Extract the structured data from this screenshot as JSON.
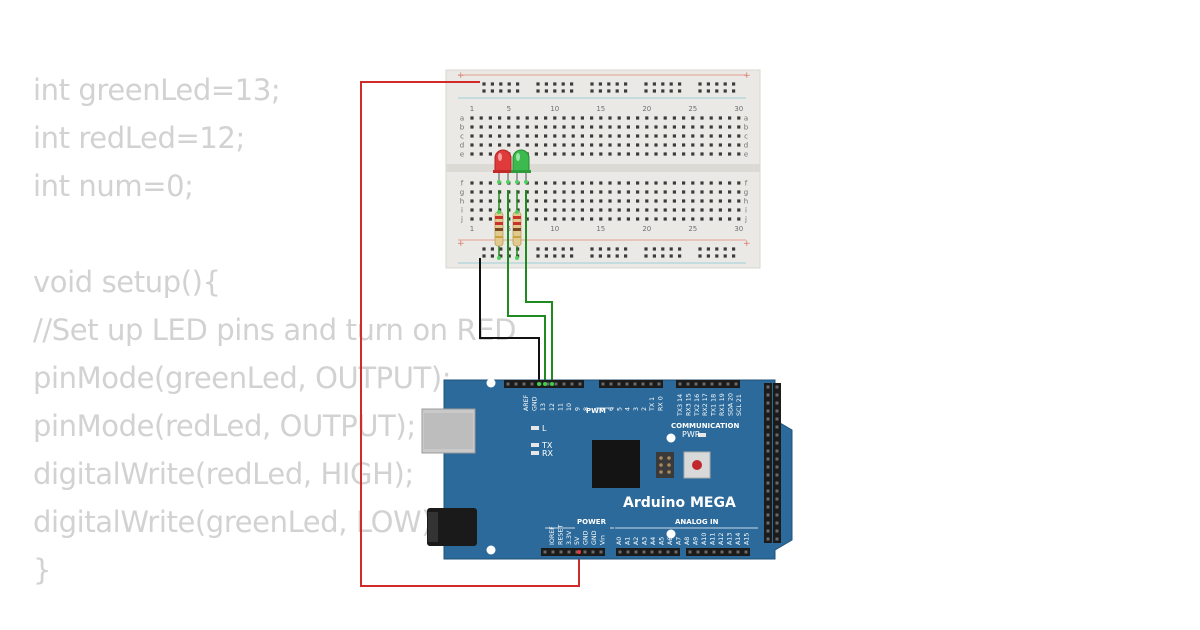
{
  "code": {
    "lines": [
      "int greenLed=13;",
      "int redLed=12;",
      "int num=0;",
      "",
      "void setup(){",
      "//Set up LED pins and turn on RED",
      "pinMode(greenLed, OUTPUT);",
      "pinMode(redLed, OUTPUT);",
      "digitalWrite(redLed, HIGH);",
      "digitalWrite(greenLed, LOW);",
      "}"
    ]
  },
  "breadboard": {
    "column_numbers": [
      "1",
      "5",
      "10",
      "15",
      "20",
      "25",
      "30"
    ],
    "row_letters_top": [
      "a",
      "b",
      "c",
      "d",
      "e"
    ],
    "row_letters_bottom": [
      "f",
      "g",
      "h",
      "i",
      "j"
    ],
    "rail_plus": "+",
    "rail_minus": "-"
  },
  "arduino": {
    "title": "Arduino MEGA",
    "pwm_label": "PWM",
    "communication_label": "COMMUNICATION",
    "power_label": "POWER",
    "analog_label": "ANALOG IN",
    "pwr_label": "PWR",
    "led_labels": [
      "L",
      "TX",
      "RX"
    ],
    "top_pins_left": [
      "AREF",
      "GND",
      "13",
      "12",
      "11",
      "10",
      "9",
      "8"
    ],
    "top_pins_mid": [
      "7",
      "6",
      "5",
      "4",
      "3",
      "2",
      "TX 1",
      "RX 0"
    ],
    "top_pins_comm": [
      "TX3 14",
      "RX3 15",
      "TX2 16",
      "RX2 17",
      "TX1 18",
      "RX1 19",
      "SDA 20",
      "SCL 21"
    ],
    "power_pins": [
      "IOREF",
      "RESET",
      "3.3V",
      "5V",
      "GND",
      "GND",
      "Vin"
    ],
    "analog_pins": [
      "A0",
      "A1",
      "A2",
      "A3",
      "A4",
      "A5",
      "A6",
      "A7",
      "A8",
      "A9",
      "A10",
      "A11",
      "A12",
      "A13",
      "A14",
      "A15"
    ],
    "board_color": "#2b6a9a"
  },
  "components": {
    "red_led_color": "#e03b3b",
    "green_led_color": "#3cba4d",
    "wire_red": "#d12a2a",
    "wire_black": "#111111",
    "wire_green": "#1f8a1f"
  }
}
